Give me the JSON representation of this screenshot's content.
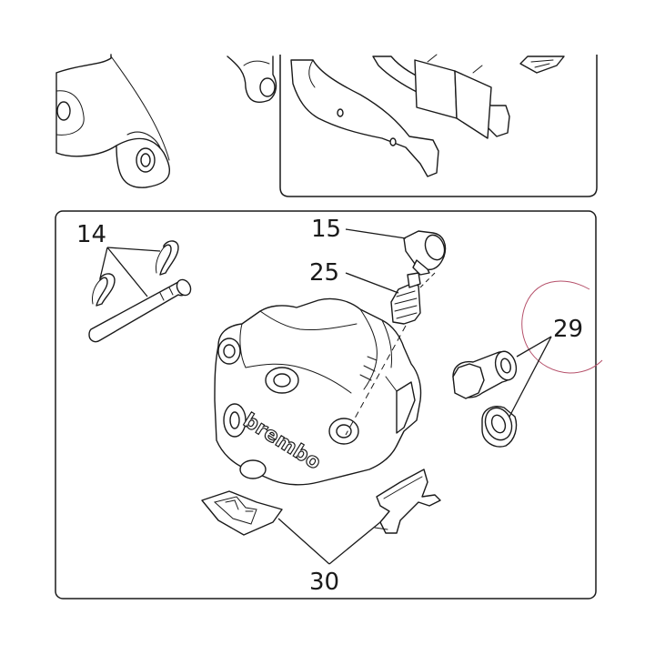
{
  "callouts": {
    "c14": "14",
    "c15": "15",
    "c25": "25",
    "c29": "29",
    "c30": "30"
  },
  "logo": "brembo",
  "colors": {
    "ink": "#1a1a1a",
    "highlight_circle": "#b5506a",
    "background": "#ffffff"
  }
}
